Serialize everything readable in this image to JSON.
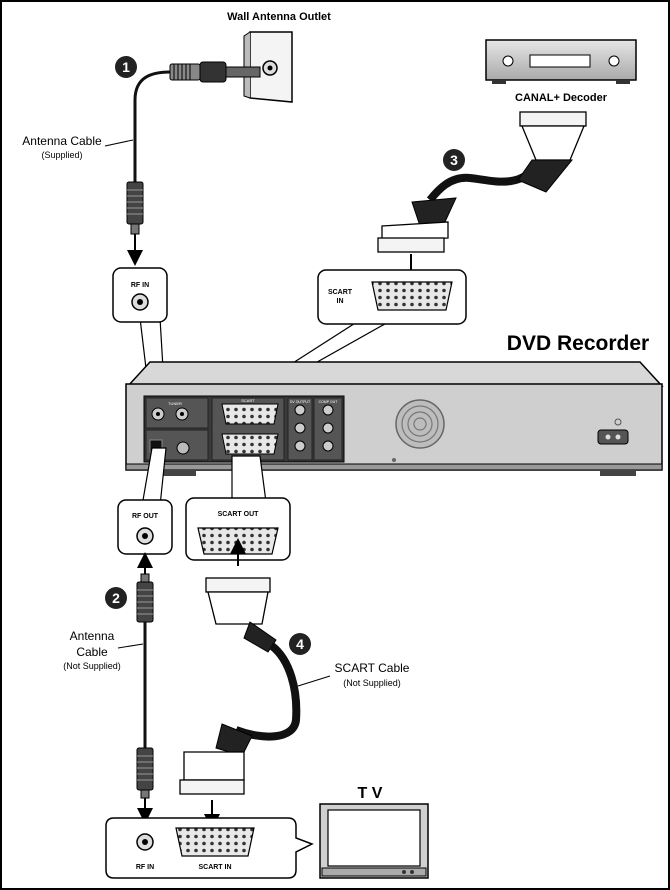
{
  "labels": {
    "wall_outlet": "Wall Antenna Outlet",
    "decoder": "CANAL+ Decoder",
    "dvd_recorder": "DVD Recorder",
    "tv": "T V",
    "antenna_cable_1": "Antenna Cable",
    "antenna_cable_1_note": "(Supplied)",
    "antenna_cable_2_line1": "Antenna",
    "antenna_cable_2_line2": "Cable",
    "antenna_cable_2_note": "(Not Supplied)",
    "scart_cable": "SCART Cable",
    "scart_cable_note": "(Not Supplied)"
  },
  "ports": {
    "rf_in_top": "RF IN",
    "scart_in_top_1": "SCART",
    "scart_in_top_2": "IN",
    "rf_out": "RF OUT",
    "scart_out": "SCART OUT",
    "tv_rf_in": "RF IN",
    "tv_scart_in": "SCART IN"
  },
  "steps": [
    "1",
    "2",
    "3",
    "4"
  ],
  "panel": {
    "tuner": "TUNER",
    "scart": "SCART",
    "dv_output": "DV OUTPUT",
    "comp_out": "COMP OUT"
  },
  "colors": {
    "device_gray": "#cfcfcf",
    "dark_panel": "#444444",
    "cable": "#111111"
  }
}
